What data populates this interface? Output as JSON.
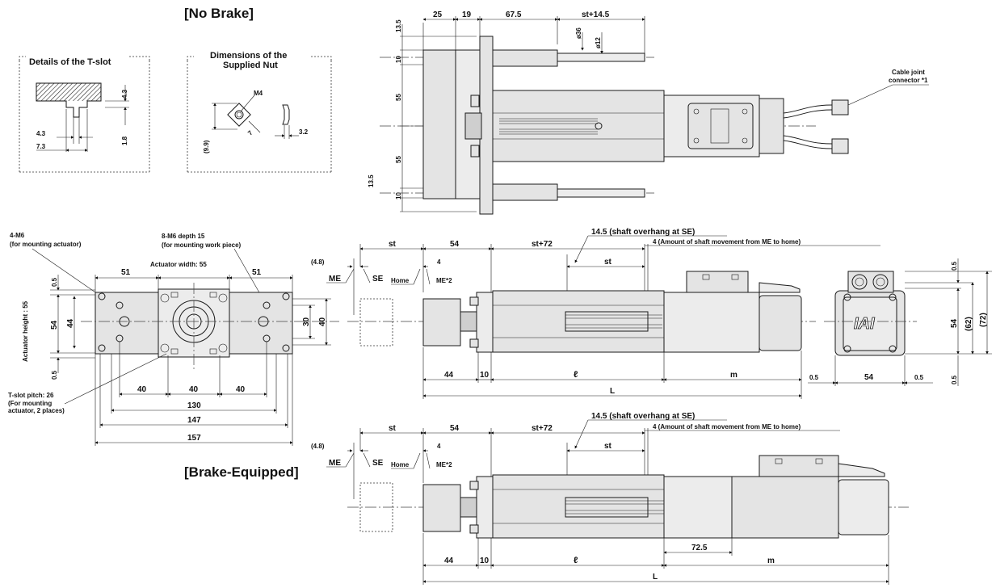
{
  "headings": {
    "no_brake": "[No Brake]",
    "brake": "[Brake-Equipped]"
  },
  "tslot": {
    "title": "Details of the T-slot",
    "d1": "4.3",
    "d2": "7.3",
    "d3": "4.3",
    "d4": "1.8"
  },
  "nut": {
    "title_line1": "Dimensions of the",
    "title_line2": "Supplied Nut",
    "m4": "M4",
    "d7": "7",
    "d32": "3.2",
    "d99": "(9.9)"
  },
  "top_view": {
    "d25": "25",
    "d19": "19",
    "d675": "67.5",
    "st145": "st+14.5",
    "phi36": "ø36",
    "phi12": "ø12",
    "v135a": "13.5",
    "v10a": "10",
    "v55a": "55",
    "v55b": "55",
    "v135b": "13.5",
    "v10b": "10",
    "cable_line1": "Cable joint",
    "cable_line2": "connector *1"
  },
  "front_view": {
    "m6_line1": "4-M6",
    "m6_line2": "(for mounting actuator)",
    "m6d_line1": "8-M6 depth 15",
    "m6d_line2": "(for mounting work piece)",
    "width_label": "Actuator width: 55",
    "height_label": "Actuator height : 55",
    "d51a": "51",
    "d51b": "51",
    "d05a": "0.5",
    "d54": "54",
    "d44": "44",
    "d05b": "0.5",
    "d30": "30",
    "d40r": "40",
    "d40a": "40",
    "d40b": "40",
    "d40c": "40",
    "d130": "130",
    "d147": "147",
    "d157": "157",
    "tpitch_line1": "T-slot pitch: 26",
    "tpitch_line2": "(For mounting",
    "tpitch_line3": "actuator, 2 places)"
  },
  "side_nb": {
    "st": "st",
    "d54": "54",
    "st72": "st+72",
    "overhang": "14.5 (shaft overhang at SE)",
    "movement": "4 (Amount of shaft movement from ME to home)",
    "d48": "(4.8)",
    "d4": "4",
    "st2": "st",
    "me": "ME",
    "se": "SE",
    "home": "Home",
    "me2": "ME*2",
    "d44": "44",
    "d10": "10",
    "ell": "ℓ",
    "m": "m",
    "L": "L"
  },
  "end_view": {
    "logo": "IAI",
    "d05top": "0.5",
    "d54": "54",
    "d62": "(62)",
    "d72": "(72)",
    "d05l": "0.5",
    "d54b": "54",
    "d05r": "0.5",
    "d05br": "0.5"
  },
  "side_br": {
    "st": "st",
    "d54": "54",
    "st72": "st+72",
    "overhang": "14.5 (shaft overhang at SE)",
    "movement": "4 (Amount of shaft movement from ME to home)",
    "d48": "(4.8)",
    "d4": "4",
    "st2": "st",
    "me": "ME",
    "se": "SE",
    "home": "Home",
    "me2": "ME*2",
    "d725": "72.5",
    "d44": "44",
    "d10": "10",
    "ell": "ℓ",
    "m": "m",
    "L": "L"
  }
}
